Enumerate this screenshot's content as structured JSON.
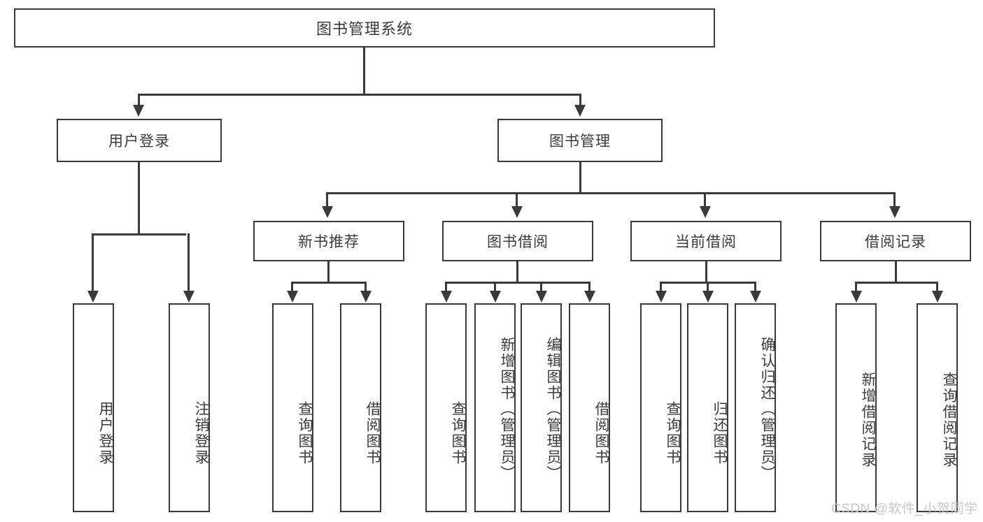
{
  "diagram": {
    "type": "tree",
    "title": "图书管理系统",
    "watermark": "CSDN @软件_小贺同学",
    "root": {
      "id": "root",
      "label": "图书管理系统"
    },
    "level1": [
      {
        "id": "user-login",
        "label": "用户登录"
      },
      {
        "id": "book-management",
        "label": "图书管理"
      }
    ],
    "level2": [
      {
        "id": "new-book-recommend",
        "label": "新书推荐",
        "parent": "book-management"
      },
      {
        "id": "book-borrow",
        "label": "图书借阅",
        "parent": "book-management"
      },
      {
        "id": "current-borrow",
        "label": "当前借阅",
        "parent": "book-management"
      },
      {
        "id": "borrow-record",
        "label": "借阅记录",
        "parent": "book-management"
      }
    ],
    "leaves": {
      "user_login": [
        {
          "id": "leaf-user-login",
          "label": "用户登录"
        },
        {
          "id": "leaf-logout-login",
          "label": "注销登录"
        }
      ],
      "new_book_recommend": [
        {
          "id": "leaf-query-book-1",
          "label": "查询图书"
        },
        {
          "id": "leaf-borrow-book-1",
          "label": "借阅图书"
        }
      ],
      "book_borrow": [
        {
          "id": "leaf-query-book-2",
          "label": "查询图书"
        },
        {
          "id": "leaf-add-book",
          "label": "新增图书（管理员）"
        },
        {
          "id": "leaf-edit-book",
          "label": "编辑图书（管理员）"
        },
        {
          "id": "leaf-borrow-book-2",
          "label": "借阅图书"
        }
      ],
      "current_borrow": [
        {
          "id": "leaf-query-book-3",
          "label": "查询图书"
        },
        {
          "id": "leaf-return-book",
          "label": "归还图书"
        },
        {
          "id": "leaf-confirm-return",
          "label": "确认归还（管理员）"
        }
      ],
      "borrow_record": [
        {
          "id": "leaf-add-borrow-record",
          "label": "新增借阅记录"
        },
        {
          "id": "leaf-query-borrow-record",
          "label": "查询借阅记录"
        }
      ]
    },
    "colors": {
      "stroke": "#3a3a3a",
      "text": "#3b3b3b",
      "background": "#ffffff",
      "watermark": "#c9c9c9"
    }
  }
}
